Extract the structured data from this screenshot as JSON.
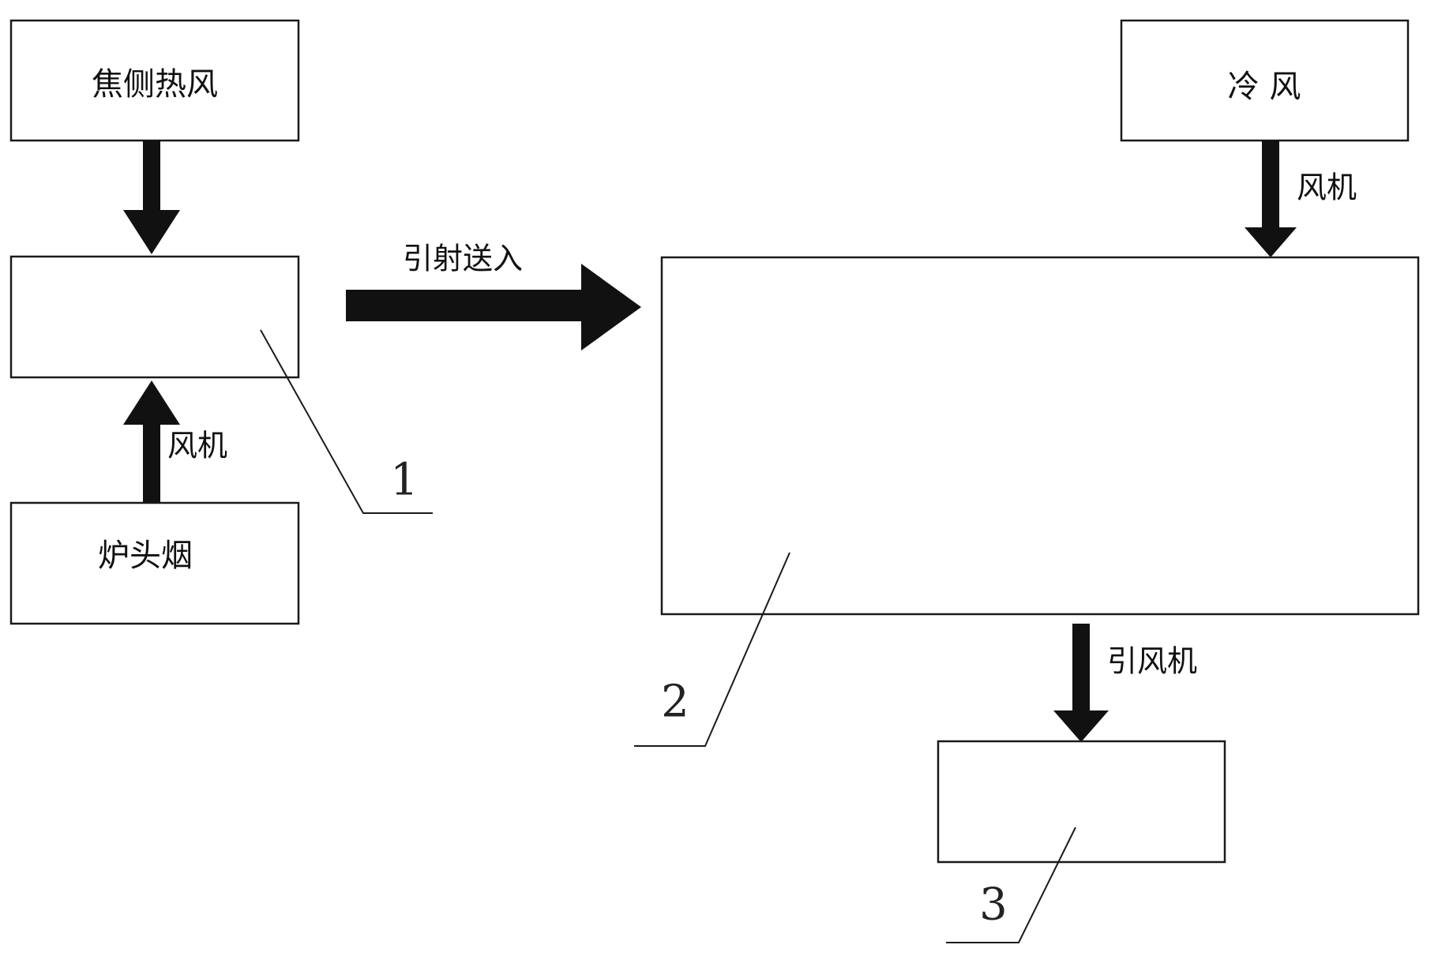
{
  "boxes": {
    "coke_side_hot_air": "焦侧热风",
    "mixer": "",
    "furnace_head_smoke": "炉头烟",
    "cold_air": "冷 风",
    "main_chamber": "",
    "outlet": ""
  },
  "arrows": {
    "ejector_feed": "引射送入",
    "fan_left": "风机",
    "fan_right": "风机",
    "induced_draft_fan": "引风机"
  },
  "callouts": {
    "n1": "1",
    "n2": "2",
    "n3": "3"
  },
  "colors": {
    "line": "#1a1a1a",
    "arrow": "#111111",
    "background": "#ffffff"
  }
}
